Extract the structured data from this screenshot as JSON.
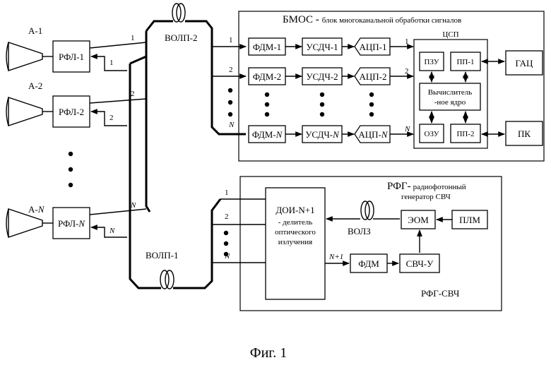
{
  "antennas": [
    "А-1",
    "А-2",
    "А-",
    "N"
  ],
  "rfl": [
    "РФЛ-1",
    "РФЛ-2",
    "РФЛ-",
    "N"
  ],
  "volp2": "ВОЛП-2",
  "volp1": "ВОЛП-1",
  "bmos_title_bold": "БМОС -",
  "bmos_title_rest": "блок многоканальной обработки сигналов",
  "fdm": [
    "ФДМ-1",
    "ФДМ-2",
    "ФДМ-",
    "N"
  ],
  "usdch": [
    "УСДЧ-1",
    "УСДЧ-2",
    "УСДЧ-",
    "N"
  ],
  "acp": [
    "АЦП-1",
    "АЦП-2",
    "АЦП-",
    "N"
  ],
  "csp": "ЦСП",
  "pzu": "ПЗУ",
  "pp1": "ПП-1",
  "ozu": "ОЗУ",
  "pp2": "ПП-2",
  "core_line1": "Вычислитель",
  "core_line2": "-ное ядро",
  "gac": "ГАЦ",
  "pk": "ПК",
  "rfg_title_bold": "РФГ-",
  "rfg_title_line1": "радиофотонный",
  "rfg_title_line2": "генератор СВЧ",
  "doi_line1": "ДОИ-N+1",
  "doi_line2": "- делитель",
  "doi_line3": "оптического",
  "doi_line4": "излучения",
  "volz": "ВОЛЗ",
  "eom": "ЭОМ",
  "plm": "ПЛМ",
  "fdm_rfg": "ФДМ",
  "svch_u": "СВЧ-У",
  "rfg_svch": "РФГ-СВЧ",
  "n1": "N+1",
  "num1": "1",
  "num2": "2",
  "numN": "N",
  "caption": "Фиг. 1"
}
